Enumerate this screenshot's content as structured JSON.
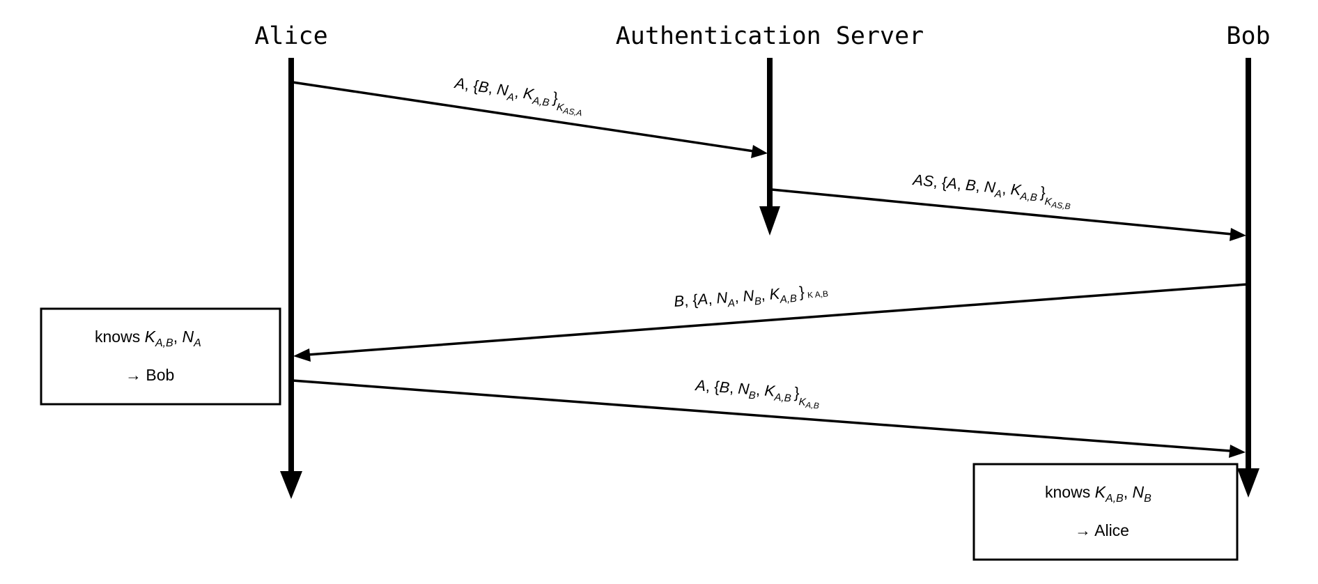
{
  "actors": {
    "alice": "Alice",
    "server": "Authentication Server",
    "bob": "Bob"
  },
  "messages": {
    "m1": {
      "a": "A",
      "sep": ", {",
      "b": "B",
      "c": ", ",
      "n": "N",
      "n_sub": "A",
      "d": ", ",
      "k": "K",
      "k_sub": "A,B",
      "close": "}",
      "outer_k": "K",
      "outer_sub": "AS,A"
    },
    "m2": {
      "a": "AS",
      "sep": ", {",
      "b": "A",
      "c1": ", ",
      "b2": "B",
      "c2": ", ",
      "n": "N",
      "n_sub": "A",
      "d": ", ",
      "k": "K",
      "k_sub": "A,B",
      "close": "}",
      "outer_k": "K",
      "outer_sub": "AS,B"
    },
    "m3": {
      "a": "B",
      "sep": ", {",
      "b": "A",
      "c1": ", ",
      "n1": "N",
      "n1_sub": "A",
      "c2": ", ",
      "n2": "N",
      "n2_sub": "B",
      "d": ", ",
      "k": "K",
      "k_sub": "A,B",
      "close": "}",
      "outer_sub": "K A,B"
    },
    "m4": {
      "a": "A",
      "sep": ", {",
      "b": "B",
      "c": ", ",
      "n": "N",
      "n_sub": "B",
      "d": ", ",
      "k": "K",
      "k_sub": "A,B",
      "close": "}",
      "outer_k": "K",
      "outer_sub": "A,B"
    }
  },
  "notes": {
    "alice": {
      "knows": "knows ",
      "k": "K",
      "k_sub": "A,B",
      "comma": ",  ",
      "n": "N",
      "n_sub": "A",
      "to": "→ Bob"
    },
    "bob": {
      "knows": "knows ",
      "k": "K",
      "k_sub": "A,B",
      "comma": ",  ",
      "n": "N",
      "n_sub": "B",
      "to": "→ Alice"
    }
  }
}
